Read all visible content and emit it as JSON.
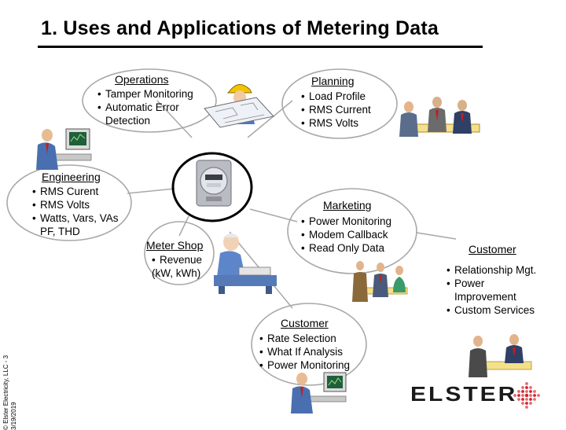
{
  "title": "1. Uses and Applications of Metering Data",
  "footer": {
    "line1": "© Elster Electricity, LLC - 3",
    "line2": "3/19/2019"
  },
  "colors": {
    "ellipse_stroke": "#a8a8a8",
    "center_stroke": "#000000",
    "logo_text": "#1a1a1a",
    "logo_accent": "#d0202a"
  },
  "nodes": {
    "operations": {
      "label": "Operations",
      "items": [
        "Tamper Monitoring",
        "Automatic Error",
        "Detection"
      ]
    },
    "planning": {
      "label": "Planning",
      "items": [
        "Load Profile",
        "RMS Current",
        "RMS Volts"
      ]
    },
    "engineering": {
      "label": "Engineering",
      "items": [
        "RMS Curent",
        "RMS Volts",
        "Watts, Vars, VAs",
        "PF, THD"
      ]
    },
    "meter_shop": {
      "label": "Meter Shop",
      "items": [
        "Revenue",
        "(kW, kWh)"
      ]
    },
    "marketing": {
      "label": "Marketing",
      "items": [
        "Power Monitoring",
        "Modem Callback",
        "Read Only Data"
      ]
    },
    "customer_right": {
      "label": "Customer",
      "items": [
        "Relationship Mgt.",
        "Power",
        "Improvement",
        "Custom Services"
      ]
    },
    "customer_bottom": {
      "label": "Customer",
      "items": [
        "Rate Selection",
        "What If Analysis",
        "Power Monitoring"
      ]
    }
  },
  "logo": {
    "text": "ELSTER",
    "icon": "dotted-diamond-logo-icon"
  },
  "icons": [
    "engineer-hardhat-icon",
    "blueprint-icon",
    "meeting-people-icon",
    "computer-user-icon",
    "electric-meter-icon",
    "technician-desk-icon",
    "office-people-icon",
    "businessmen-icon"
  ]
}
